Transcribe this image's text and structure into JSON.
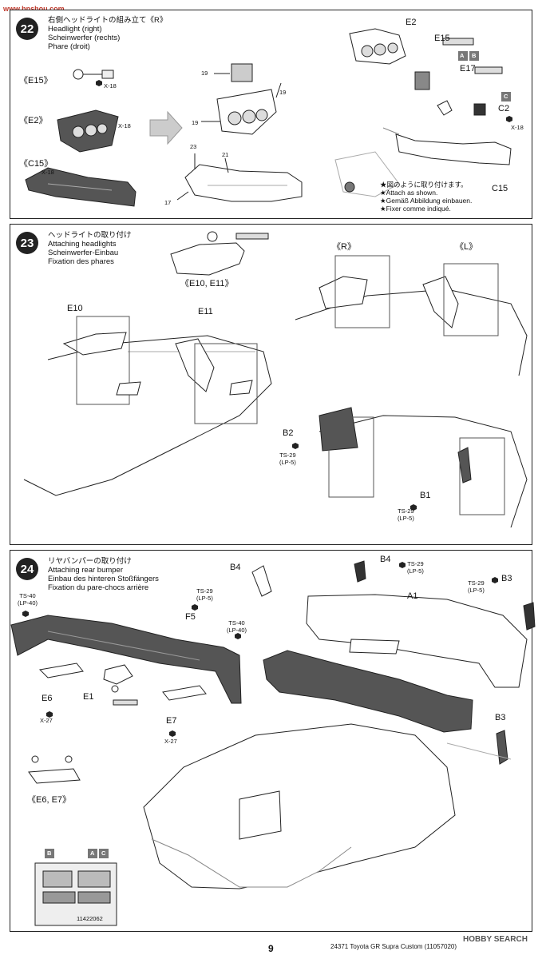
{
  "watermark_top": {
    "text": "www.hnshou.com"
  },
  "watermark_bottom": {
    "text": "HOBBY SEARCH"
  },
  "step22": {
    "number": "22",
    "title_jp": "右側ヘッドライトの組み立て《R》",
    "title_en": "Headlight (right)",
    "title_de": "Scheinwerfer (rechts)",
    "title_fr": "Phare (droit)",
    "labels": {
      "e15_left": "《E15》",
      "e2_left": "《E2》",
      "c15_left": "《C15》",
      "x18_a": "X-18",
      "x18_b": "X-18",
      "x18_c": "X-18",
      "x18_d": "X-18",
      "n19a": "19",
      "n19b": "19",
      "n19c": "19",
      "n23": "23",
      "n21": "21",
      "n17": "17",
      "e2": "E2",
      "e15": "E15",
      "e17": "E17",
      "c2": "C2",
      "c15": "C15",
      "tag_a": "A",
      "tag_b": "B",
      "tag_c": "C"
    },
    "note": [
      "★図のように取り付けます。",
      "★Attach as shown.",
      "★Gemäß Abbildung einbauen.",
      "★Fixer comme indiqué."
    ]
  },
  "step23": {
    "number": "23",
    "title_jp": "ヘッドライトの取り付け",
    "title_en": "Attaching headlights",
    "title_de": "Scheinwerfer-Einbau",
    "title_fr": "Fixation des phares",
    "labels": {
      "e10_e11": "《E10, E11》",
      "r": "《R》",
      "l": "《L》",
      "e10": "E10",
      "e11": "E11",
      "b2": "B2",
      "b1": "B1"
    },
    "paint_b2": [
      "TS-29",
      "(LP-5)"
    ],
    "paint_b1": [
      "TS-29",
      "(LP-5)"
    ]
  },
  "step24": {
    "number": "24",
    "title_jp": "リヤバンパーの取り付け",
    "title_en": "Attaching rear bumper",
    "title_de": "Einbau des hinteren Stoßfängers",
    "title_fr": "Fixation du pare-chocs arrière",
    "labels": {
      "b4_a": "B4",
      "b4_b": "B4",
      "b3_a": "B3",
      "b3_b": "B3",
      "a1": "A1",
      "f5": "F5",
      "e6": "E6",
      "e1": "E1",
      "e7": "E7",
      "x27_a": "X-27",
      "x27_b": "X-27",
      "e6_e7": "《E6, E7》",
      "tag_b": "B",
      "tag_a": "A",
      "tag_c": "C",
      "decal_code": "11422062"
    },
    "paint_ts40_left": [
      "TS-40",
      "(LP-40)"
    ],
    "paint_ts29_f5": [
      "TS-29",
      "(LP-5)"
    ],
    "paint_ts40_right": [
      "TS-40",
      "(LP-40)"
    ],
    "paint_b4": [
      "TS-29",
      "(LP-5)"
    ],
    "paint_b3": [
      "TS-29",
      "(LP-5)"
    ]
  },
  "footer": {
    "page_number": "9",
    "product": "24371 Toyota GR Supra Custom (11057020)"
  }
}
